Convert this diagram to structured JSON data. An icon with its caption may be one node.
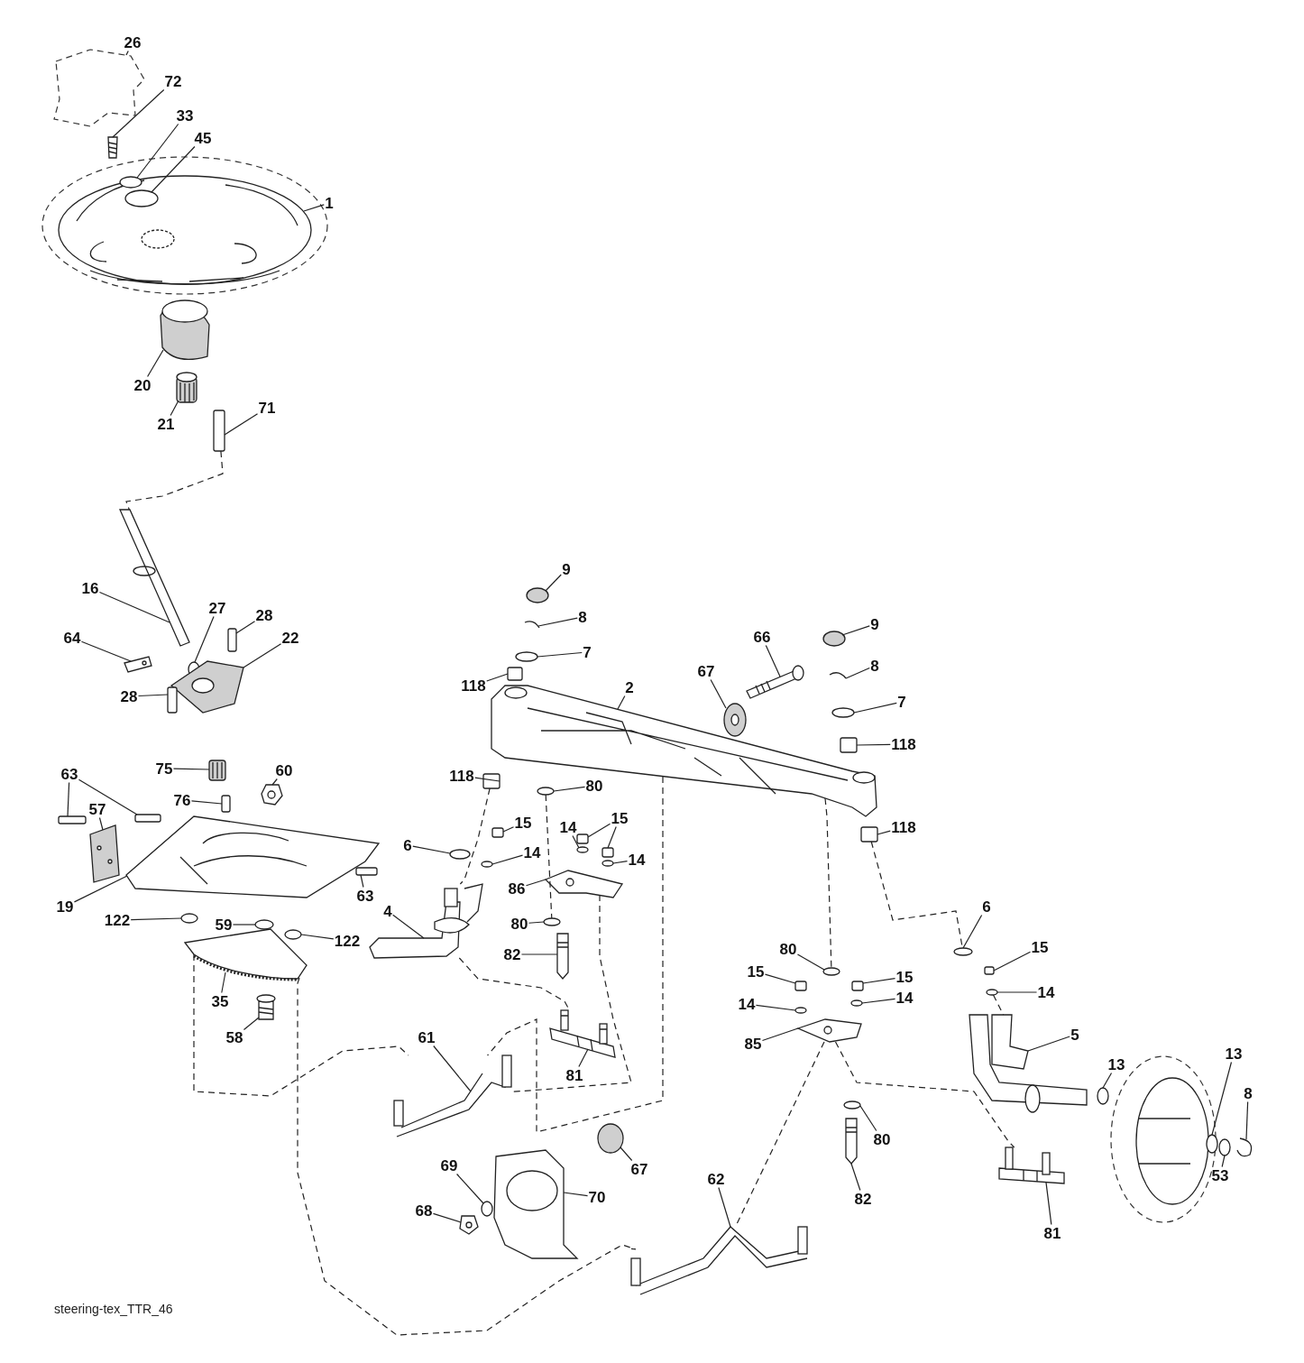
{
  "diagram": {
    "caption": "steering-tex_TTR_46",
    "nodes": [
      {
        "text": [
          "26"
        ]
      },
      {
        "text": [
          "72"
        ]
      },
      {
        "text": [
          "33"
        ]
      },
      {
        "text": [
          "45"
        ]
      },
      {
        "text": [
          "1"
        ]
      },
      {
        "text": [
          "20"
        ]
      },
      {
        "text": [
          "21"
        ]
      },
      {
        "text": [
          "71"
        ]
      },
      {
        "text": [
          "16"
        ]
      },
      {
        "text": [
          "27"
        ]
      },
      {
        "text": [
          "28"
        ]
      },
      {
        "text": [
          "64"
        ]
      },
      {
        "text": [
          "22"
        ]
      },
      {
        "text": [
          "28"
        ]
      },
      {
        "text": [
          "63"
        ]
      },
      {
        "text": [
          "57"
        ]
      },
      {
        "text": [
          "75"
        ]
      },
      {
        "text": [
          "76"
        ]
      },
      {
        "text": [
          "60"
        ]
      },
      {
        "text": [
          "19"
        ]
      },
      {
        "text": [
          "63"
        ]
      },
      {
        "text": [
          "122"
        ]
      },
      {
        "text": [
          "59"
        ]
      },
      {
        "text": [
          "122"
        ]
      },
      {
        "text": [
          "35"
        ]
      },
      {
        "text": [
          "58"
        ]
      },
      {
        "text": [
          "9"
        ]
      },
      {
        "text": [
          "8"
        ]
      },
      {
        "text": [
          "7"
        ]
      },
      {
        "text": [
          "118"
        ]
      },
      {
        "text": [
          "2"
        ]
      },
      {
        "text": [
          "66"
        ]
      },
      {
        "text": [
          "67"
        ]
      },
      {
        "text": [
          "9"
        ]
      },
      {
        "text": [
          "8"
        ]
      },
      {
        "text": [
          "7"
        ]
      },
      {
        "text": [
          "118"
        ]
      },
      {
        "text": [
          "118"
        ]
      },
      {
        "text": [
          "80"
        ]
      },
      {
        "text": [
          "118"
        ]
      },
      {
        "text": [
          "6"
        ]
      },
      {
        "text": [
          "15"
        ]
      },
      {
        "text": [
          "14"
        ]
      },
      {
        "text": [
          "14"
        ]
      },
      {
        "text": [
          "15"
        ]
      },
      {
        "text": [
          "14"
        ]
      },
      {
        "text": [
          "86"
        ]
      },
      {
        "text": [
          "4"
        ]
      },
      {
        "text": [
          "80"
        ]
      },
      {
        "text": [
          "82"
        ]
      },
      {
        "text": [
          "6"
        ]
      },
      {
        "text": [
          "15"
        ]
      },
      {
        "text": [
          "80"
        ]
      },
      {
        "text": [
          "15"
        ]
      },
      {
        "text": [
          "15"
        ]
      },
      {
        "text": [
          "14"
        ]
      },
      {
        "text": [
          "14"
        ]
      },
      {
        "text": [
          "14"
        ]
      },
      {
        "text": [
          "5"
        ]
      },
      {
        "text": [
          "85"
        ]
      },
      {
        "text": [
          "13"
        ]
      },
      {
        "text": [
          "13"
        ]
      },
      {
        "text": [
          "8"
        ]
      },
      {
        "text": [
          "81"
        ]
      },
      {
        "text": [
          "61"
        ]
      },
      {
        "text": [
          "80"
        ]
      },
      {
        "text": [
          "53"
        ]
      },
      {
        "text": [
          "67"
        ]
      },
      {
        "text": [
          "69"
        ]
      },
      {
        "text": [
          "70"
        ]
      },
      {
        "text": [
          "68"
        ]
      },
      {
        "text": [
          "82"
        ]
      },
      {
        "text": [
          "62"
        ]
      },
      {
        "text": [
          "81"
        ]
      },
      {
        "text": [],
        "shape": "picture"
      },
      {
        "text": [],
        "shape": "picture"
      },
      {
        "text": [],
        "shape": "circle",
        "in": 78
      },
      {
        "text": [],
        "shape": "circle",
        "in": 78
      },
      {
        "text": [],
        "shape": "picture"
      },
      {
        "text": [],
        "shape": "picture"
      },
      {
        "text": [],
        "shape": "picture"
      },
      {
        "text": [],
        "shape": "box"
      },
      {
        "text": [],
        "shape": "picture"
      },
      {
        "text": [],
        "shape": "circle"
      },
      {
        "text": [],
        "shape": "box"
      },
      {
        "text": [],
        "shape": "picture"
      },
      {
        "text": [],
        "shape": "picture"
      },
      {
        "text": [],
        "shape": "box"
      },
      {
        "text": [],
        "shape": "box"
      },
      {
        "text": [],
        "shape": "box"
      },
      {
        "text": [],
        "shape": "picture"
      },
      {
        "text": [],
        "shape": "picture"
      },
      {
        "text": [],
        "shape": "box"
      },
      {
        "text": [],
        "shape": "picture"
      },
      {
        "text": [],
        "shape": "picture"
      },
      {
        "text": [],
        "shape": "box"
      },
      {
        "text": [],
        "shape": "circle"
      },
      {
        "text": [],
        "shape": "circle"
      },
      {
        "text": [],
        "shape": "circle"
      },
      {
        "text": [],
        "shape": "picture"
      },
      {
        "text": [],
        "shape": "picture"
      },
      {
        "text": [],
        "shape": "circle"
      },
      {
        "text": [],
        "shape": "picture"
      },
      {
        "text": [],
        "shape": "circle"
      },
      {
        "text": [],
        "shape": "box"
      },
      {
        "text": [],
        "shape": "picture"
      },
      {
        "text": [],
        "shape": "picture"
      },
      {
        "text": [],
        "shape": "picture"
      },
      {
        "text": [],
        "shape": "circle"
      },
      {
        "text": [],
        "shape": "picture"
      },
      {
        "text": [],
        "shape": "circle"
      },
      {
        "text": [],
        "shape": "box"
      },
      {
        "text": [],
        "shape": "box"
      },
      {
        "text": [],
        "shape": "circle"
      },
      {
        "text": [],
        "shape": "box"
      },
      {
        "text": [],
        "shape": "circle"
      },
      {
        "text": [],
        "shape": "box"
      },
      {
        "text": [],
        "shape": "circle"
      },
      {
        "text": [],
        "shape": "circle"
      },
      {
        "text": [],
        "shape": "box"
      },
      {
        "text": [],
        "shape": "box"
      },
      {
        "text": [],
        "shape": "circle"
      },
      {
        "text": [],
        "shape": "picture"
      },
      {
        "text": [],
        "shape": "picture"
      },
      {
        "text": [],
        "shape": "circle"
      },
      {
        "text": [],
        "shape": "picture"
      },
      {
        "text": [],
        "shape": "circle"
      },
      {
        "text": [],
        "shape": "box"
      },
      {
        "text": [],
        "shape": "circle"
      },
      {
        "text": [],
        "shape": "box"
      },
      {
        "text": [],
        "shape": "box"
      },
      {
        "text": [],
        "shape": "circle"
      },
      {
        "text": [],
        "shape": "circle"
      },
      {
        "text": [],
        "shape": "circle"
      },
      {
        "text": [],
        "shape": "picture"
      },
      {
        "text": [],
        "shape": "picture"
      },
      {
        "text": [],
        "shape": "circle"
      },
      {
        "text": [],
        "shape": "circle"
      },
      {
        "text": [],
        "shape": "picture"
      },
      {
        "text": [],
        "shape": "picture"
      },
      {
        "text": [],
        "shape": "picture"
      },
      {
        "text": [],
        "shape": "circle"
      },
      {
        "text": [],
        "shape": "circle"
      },
      {
        "text": [],
        "shape": "circle"
      },
      {
        "text": [],
        "shape": "circle"
      },
      {
        "text": [],
        "shape": "picture"
      },
      {
        "text": [],
        "shape": "picture"
      },
      {
        "text": [],
        "shape": "picture"
      },
      {
        "text": [],
        "shape": "picture"
      },
      {
        "text": [],
        "shape": "picture"
      }
    ],
    "edges": [
      {
        "from": 0,
        "to": 74,
        "arrow": "none"
      },
      {
        "from": 1,
        "to": 75,
        "arrow": "none"
      },
      {
        "from": 2,
        "to": 76,
        "arrow": "none"
      },
      {
        "from": 3,
        "to": 77,
        "arrow": "none"
      },
      {
        "from": 4,
        "to": 78,
        "arrow": "none"
      },
      {
        "from": 5,
        "to": 79,
        "arrow": "none"
      },
      {
        "from": 6,
        "to": 80,
        "arrow": "none"
      },
      {
        "from": 7,
        "to": 81,
        "arrow": "none"
      },
      {
        "from": 8,
        "to": 82,
        "arrow": "none"
      },
      {
        "from": 9,
        "to": 83,
        "arrow": "none"
      },
      {
        "from": 10,
        "to": 84,
        "arrow": "none"
      },
      {
        "from": 11,
        "to": 85,
        "arrow": "none"
      },
      {
        "from": 12,
        "to": 86,
        "arrow": "none"
      },
      {
        "from": 13,
        "to": 87,
        "arrow": "none"
      },
      {
        "from": 14,
        "to": 88,
        "arrow": "none"
      },
      {
        "from": 14,
        "to": 89,
        "arrow": "none"
      },
      {
        "from": 15,
        "to": 90,
        "arrow": "none"
      },
      {
        "from": 16,
        "to": 91,
        "arrow": "none"
      },
      {
        "from": 17,
        "to": 92,
        "arrow": "none"
      },
      {
        "from": 18,
        "to": 93,
        "arrow": "none"
      },
      {
        "from": 19,
        "to": 94,
        "arrow": "none"
      },
      {
        "from": 20,
        "to": 95,
        "arrow": "none"
      },
      {
        "from": 21,
        "to": 96,
        "arrow": "none"
      },
      {
        "from": 22,
        "to": 97,
        "arrow": "none"
      },
      {
        "from": 23,
        "to": 98,
        "arrow": "none"
      },
      {
        "from": 24,
        "to": 99,
        "arrow": "none"
      },
      {
        "from": 25,
        "to": 100,
        "arrow": "none"
      },
      {
        "from": 26,
        "to": 101,
        "arrow": "none"
      },
      {
        "from": 27,
        "to": 102,
        "arrow": "none"
      },
      {
        "from": 28,
        "to": 103,
        "arrow": "none"
      },
      {
        "from": 29,
        "to": 104,
        "arrow": "none"
      },
      {
        "from": 30,
        "to": 105,
        "arrow": "none"
      },
      {
        "from": 31,
        "to": 106,
        "arrow": "none"
      },
      {
        "from": 32,
        "to": 107,
        "arrow": "none"
      },
      {
        "from": 33,
        "to": 108,
        "arrow": "none"
      },
      {
        "from": 34,
        "to": 109,
        "arrow": "none"
      },
      {
        "from": 35,
        "to": 110,
        "arrow": "none"
      },
      {
        "from": 36,
        "to": 111,
        "arrow": "none"
      },
      {
        "from": 37,
        "to": 112,
        "arrow": "none"
      },
      {
        "from": 38,
        "to": 113,
        "arrow": "none"
      },
      {
        "from": 39,
        "to": 114,
        "arrow": "none"
      },
      {
        "from": 40,
        "to": 115,
        "arrow": "none"
      },
      {
        "from": 41,
        "to": 116,
        "arrow": "none"
      },
      {
        "from": 42,
        "to": 117,
        "arrow": "none"
      },
      {
        "from": 43,
        "to": 118,
        "arrow": "none"
      },
      {
        "from": 44,
        "to": 119,
        "arrow": "none"
      },
      {
        "from": 44,
        "to": 120,
        "arrow": "none"
      },
      {
        "from": 45,
        "to": 121,
        "arrow": "none"
      },
      {
        "from": 46,
        "to": 122,
        "arrow": "none"
      },
      {
        "from": 47,
        "to": 123,
        "arrow": "none"
      },
      {
        "from": 48,
        "to": 124,
        "arrow": "none"
      },
      {
        "from": 49,
        "to": 125,
        "arrow": "none"
      },
      {
        "from": 50,
        "to": 126,
        "arrow": "none"
      },
      {
        "from": 51,
        "to": 127,
        "arrow": "none"
      },
      {
        "from": 52,
        "to": 128,
        "arrow": "none"
      },
      {
        "from": 53,
        "to": 129,
        "arrow": "none"
      },
      {
        "from": 54,
        "to": 130,
        "arrow": "none"
      },
      {
        "from": 55,
        "to": 131,
        "arrow": "none"
      },
      {
        "from": 56,
        "to": 132,
        "arrow": "none"
      },
      {
        "from": 57,
        "to": 133,
        "arrow": "none"
      },
      {
        "from": 58,
        "to": 134,
        "arrow": "none"
      },
      {
        "from": 59,
        "to": 135,
        "arrow": "none"
      },
      {
        "from": 60,
        "to": 136,
        "arrow": "none"
      },
      {
        "from": 61,
        "to": 137,
        "arrow": "none"
      },
      {
        "from": 62,
        "to": 138,
        "arrow": "none"
      },
      {
        "from": 63,
        "to": 139,
        "arrow": "none"
      },
      {
        "from": 64,
        "to": 140,
        "arrow": "none"
      },
      {
        "from": 65,
        "to": 141,
        "arrow": "none"
      },
      {
        "from": 66,
        "to": 142,
        "arrow": "none"
      },
      {
        "from": 67,
        "to": 143,
        "arrow": "none"
      },
      {
        "from": 68,
        "to": 144,
        "arrow": "none"
      },
      {
        "from": 69,
        "to": 145,
        "arrow": "none"
      },
      {
        "from": 70,
        "to": 146,
        "arrow": "none"
      },
      {
        "from": 71,
        "to": 147,
        "arrow": "none"
      },
      {
        "from": 72,
        "to": 148,
        "arrow": "none"
      },
      {
        "from": 73,
        "to": 149,
        "arrow": "none"
      },
      {
        "from": 81,
        "to": 82,
        "arrow": "none",
        "style": "dashed"
      },
      {
        "from": 99,
        "to": 140,
        "arrow": "none",
        "style": "dashed"
      },
      {
        "from": 99,
        "to": 148,
        "arrow": "none",
        "style": "dashed"
      },
      {
        "from": 112,
        "to": 123,
        "arrow": "none",
        "style": "dashed"
      },
      {
        "from": 123,
        "to": 139,
        "arrow": "none",
        "style": "dashed"
      },
      {
        "from": 113,
        "to": 124,
        "arrow": "none",
        "style": "dashed"
      },
      {
        "from": 122,
        "to": 140,
        "arrow": "none",
        "style": "dashed"
      },
      {
        "from": 105,
        "to": 140,
        "arrow": "none",
        "style": "dashed"
      },
      {
        "from": 105,
        "to": 128,
        "arrow": "none",
        "style": "dashed"
      },
      {
        "from": 135,
        "to": 148,
        "arrow": "none",
        "style": "dashed"
      },
      {
        "from": 114,
        "to": 126,
        "arrow": "none",
        "style": "dashed"
      },
      {
        "from": 135,
        "to": 149,
        "arrow": "none",
        "style": "dashed"
      },
      {
        "from": 131,
        "to": 134,
        "arrow": "none",
        "style": "dashed"
      }
    ]
  }
}
